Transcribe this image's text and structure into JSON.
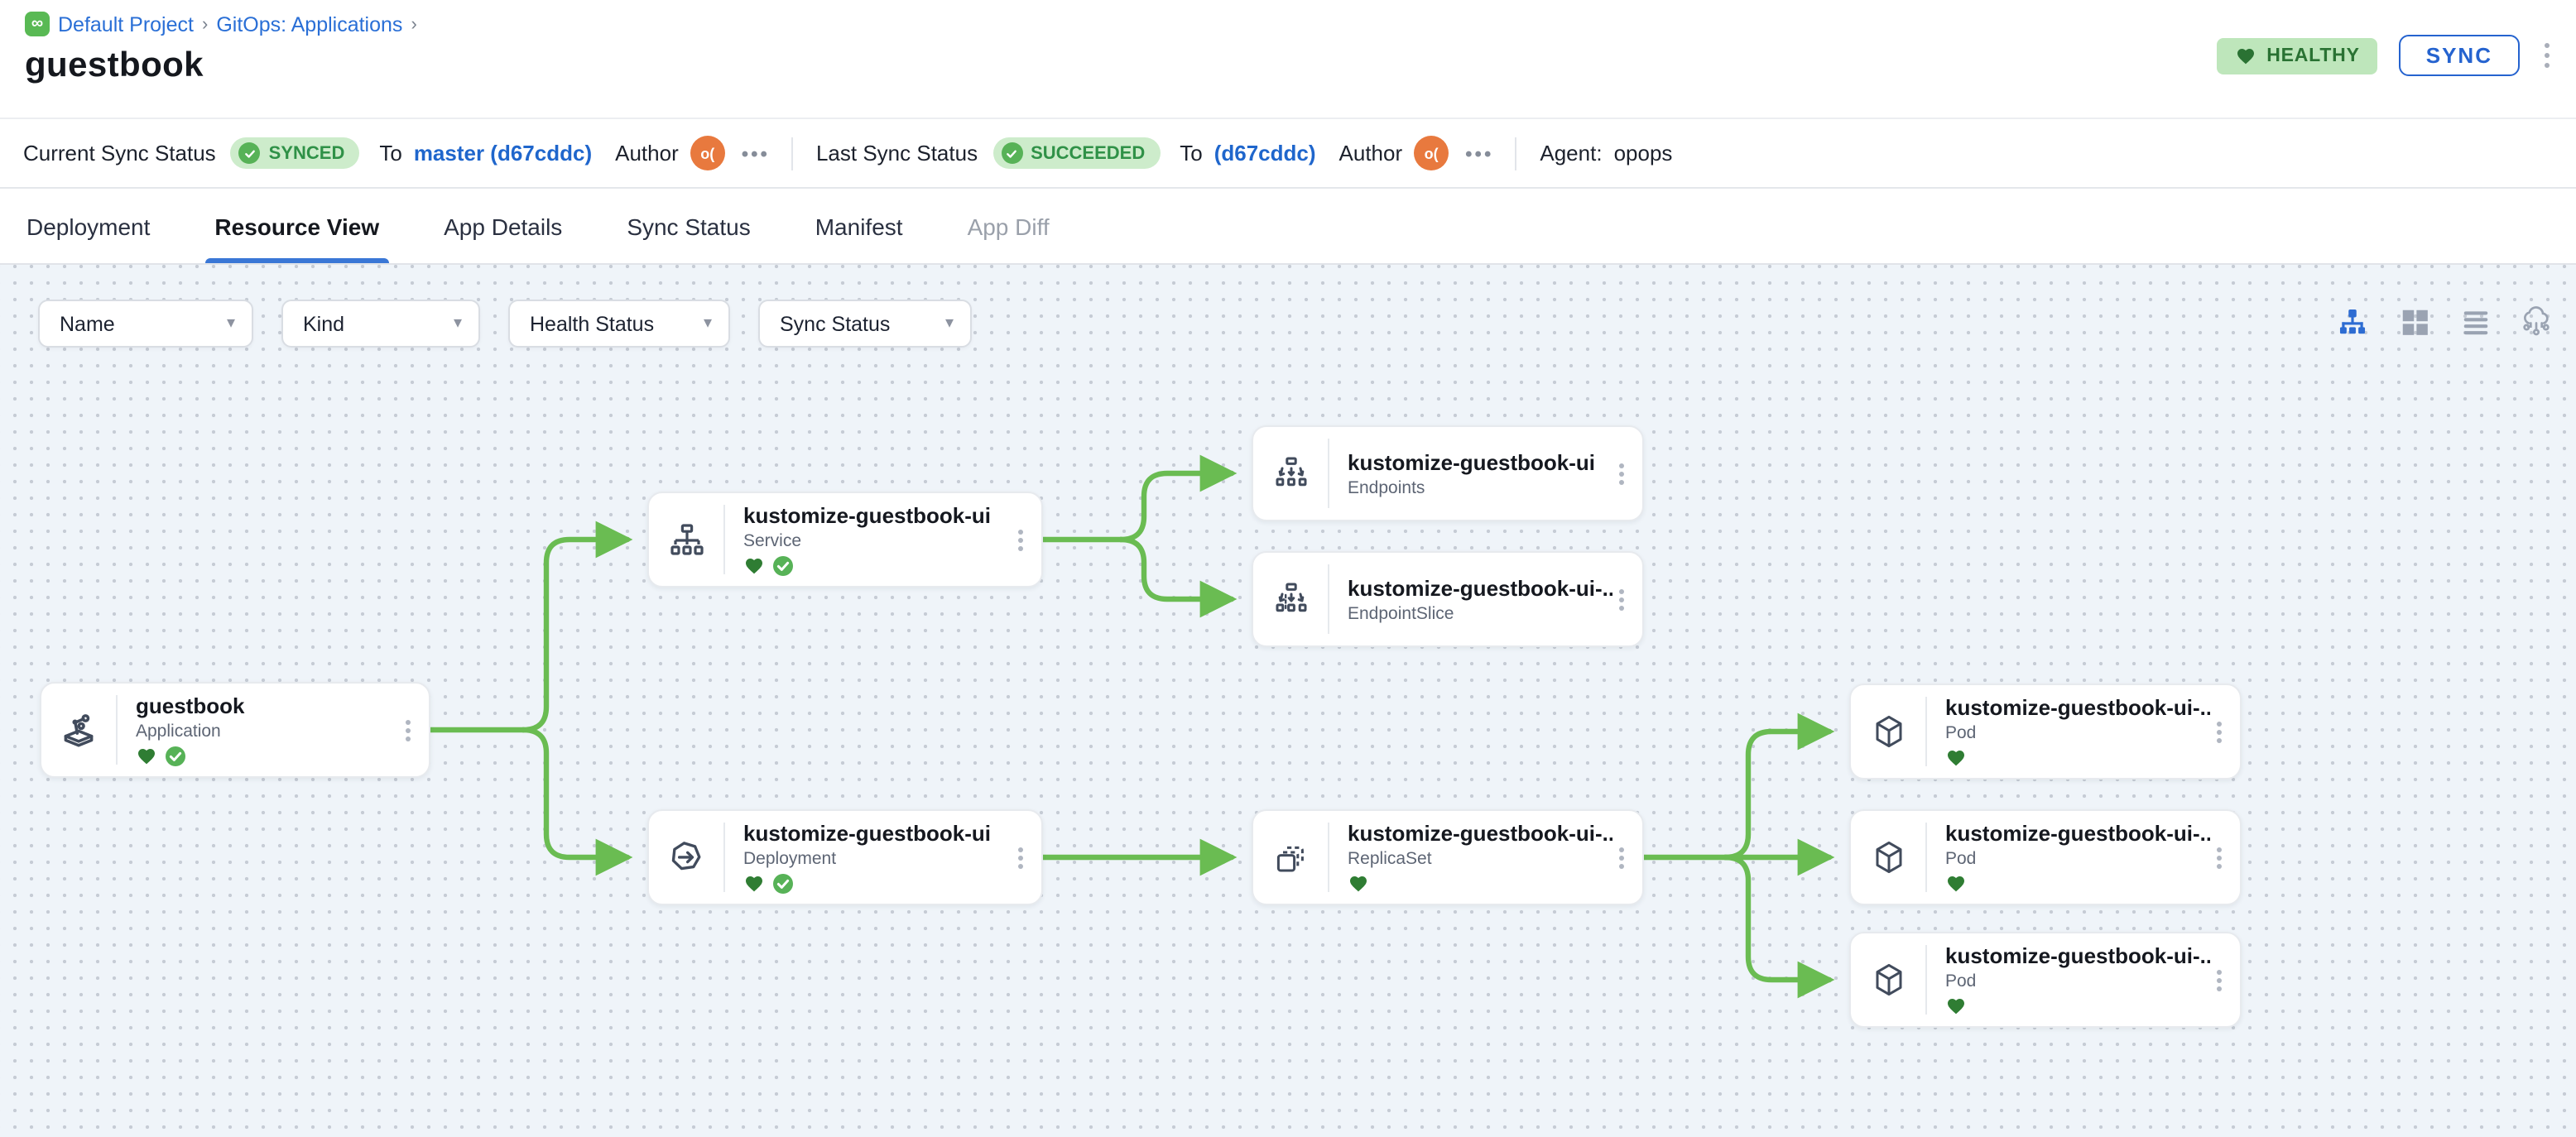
{
  "breadcrumb": {
    "logo": "gitops-logo",
    "project": "Default Project",
    "sep1": "›",
    "section": "GitOps: Applications",
    "sep2": "›"
  },
  "page": {
    "title": "guestbook"
  },
  "header": {
    "health_badge": "HEALTHY",
    "sync_button": "SYNC"
  },
  "status_bar": {
    "current": {
      "label": "Current Sync Status",
      "badge": "SYNCED",
      "to_label": "To",
      "commit": "master (d67cddc)",
      "author_label": "Author",
      "avatar_initials": "o(",
      "more": "•••"
    },
    "last": {
      "label": "Last Sync Status",
      "badge": "SUCCEEDED",
      "to_label": "To",
      "commit": "(d67cddc)",
      "author_label": "Author",
      "avatar_initials": "o(",
      "more": "•••"
    },
    "agent": {
      "label": "Agent:",
      "value": "opops"
    }
  },
  "tabs": [
    {
      "label": "Deployment",
      "state": "normal"
    },
    {
      "label": "Resource View",
      "state": "active"
    },
    {
      "label": "App Details",
      "state": "normal"
    },
    {
      "label": "Sync Status",
      "state": "normal"
    },
    {
      "label": "Manifest",
      "state": "normal"
    },
    {
      "label": "App Diff",
      "state": "disabled"
    }
  ],
  "filters": {
    "name": "Name",
    "kind": "Kind",
    "health": "Health Status",
    "sync": "Sync Status",
    "chevron": "⌄"
  },
  "view_toggles": [
    "tree-view",
    "grid-view",
    "list-view",
    "cluster-view"
  ],
  "nodes": [
    {
      "title": "guestbook",
      "kind": "Application",
      "healthy": true,
      "synced": true
    },
    {
      "title": "kustomize-guestbook-ui",
      "kind": "Service",
      "healthy": true,
      "synced": true
    },
    {
      "title": "kustomize-guestbook-ui",
      "kind": "Endpoints",
      "healthy": false,
      "synced": false
    },
    {
      "title": "kustomize-guestbook-ui-...",
      "kind": "EndpointSlice",
      "healthy": false,
      "synced": false
    },
    {
      "title": "kustomize-guestbook-ui",
      "kind": "Deployment",
      "healthy": true,
      "synced": true
    },
    {
      "title": "kustomize-guestbook-ui-...",
      "kind": "ReplicaSet",
      "healthy": true,
      "synced": false
    },
    {
      "title": "kustomize-guestbook-ui-...",
      "kind": "Pod",
      "healthy": true,
      "synced": false
    },
    {
      "title": "kustomize-guestbook-ui-...",
      "kind": "Pod",
      "healthy": true,
      "synced": false
    },
    {
      "title": "kustomize-guestbook-ui-...",
      "kind": "Pod",
      "healthy": true,
      "synced": false
    }
  ],
  "colors": {
    "edge_green": "#6abc52",
    "healthy_heart": "#2f7d33",
    "synced_check": "#57b257",
    "badge_bg": "#cdeccb",
    "health_badge_bg": "#bee6bb",
    "accent_blue": "#2563cf",
    "link_blue": "#1f66cc",
    "avatar_orange": "#e8793e",
    "canvas_bg": "#eff4f9",
    "icon_slate": "#414b5c"
  }
}
